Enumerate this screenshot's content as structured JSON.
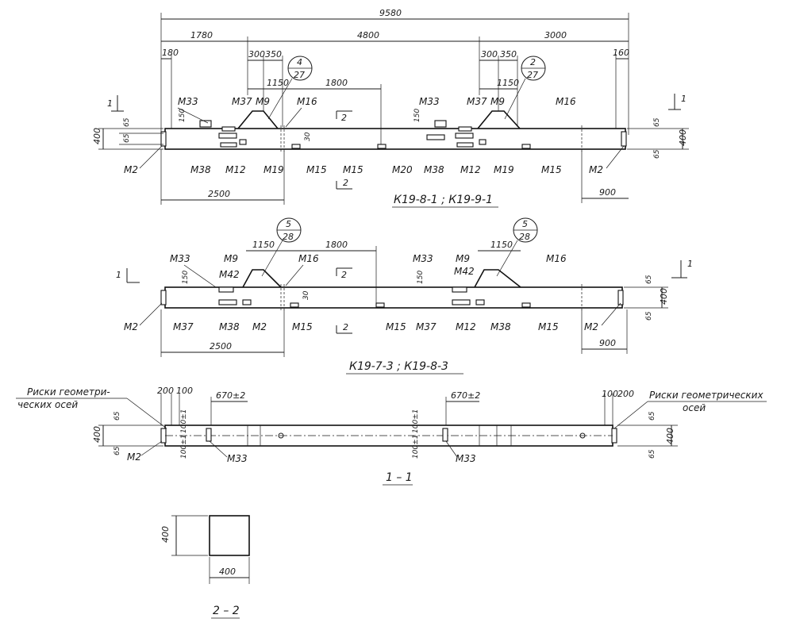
{
  "view1": {
    "overall": "9580",
    "seg_left": "1780",
    "seg_mid": "4800",
    "seg_right": "3000",
    "end_left": "180",
    "end_right": "160",
    "d300": "300",
    "d350": "350",
    "d300b": "300",
    "d350b": "350",
    "d1150a": "1150",
    "d1150b": "1150",
    "d1800": "1800",
    "d2500": "2500",
    "d900": "900",
    "h400_left": "400",
    "h65_left_top": "65",
    "h65_left_bottom": "65",
    "h150_left": "150",
    "h150_mid": "150",
    "h30": "30",
    "h65_right_top": "65",
    "h400_right": "400",
    "h65_right_bottom": "65",
    "node1_top": "4",
    "node1_bottom": "27",
    "node2_top": "2",
    "node2_bottom": "27",
    "section_mark": "1",
    "section2_mark": "2",
    "labels": {
      "m33a": "M33",
      "m37a": "M37",
      "m9a": "M9",
      "m16a": "M16",
      "m33b": "M33",
      "m37b": "M37",
      "m9b": "M9",
      "m16b": "M16",
      "m2a": "M2",
      "m38a": "M38",
      "m12a": "M12",
      "m19a": "M19",
      "m15a": "M15",
      "m15b": "M15",
      "m20": "M20",
      "m38b": "M38",
      "m12b": "M12",
      "m19b": "M19",
      "m15c": "M15",
      "m2b": "M2"
    },
    "caption": "К19-8-1 ; К19-9-1"
  },
  "view2": {
    "d1150a": "1150",
    "d1800": "1800",
    "d1150b": "1150",
    "d2500": "2500",
    "d900": "900",
    "h150a": "150",
    "h150b": "150",
    "h30": "30",
    "h65_top": "65",
    "h400": "400",
    "h65_bottom": "65",
    "node1_top": "5",
    "node1_bottom": "28",
    "node2_top": "5",
    "node2_bottom": "28",
    "section_mark": "1",
    "section2_mark": "2",
    "labels": {
      "m33a": "M33",
      "m9a": "M9",
      "m42a": "M42",
      "m16a": "M16",
      "m33b": "M33",
      "m9b": "M9",
      "m42b": "M42",
      "m16b": "M16",
      "m2a": "M2",
      "m37a": "M37",
      "m38a": "M38",
      "m2mid": "M2",
      "m15a": "M15",
      "m15b": "M15",
      "m37b": "M37",
      "m12": "M12",
      "m38b": "M38",
      "m15c": "M15",
      "m2b": "M2"
    },
    "caption": "К19-7-3 ; К19-8-3"
  },
  "view3": {
    "note_left_1": "Риски геометри-",
    "note_left_2": "ческих осей",
    "note_right_1": "Риски геометрических",
    "note_right_2": "осей",
    "d200a": "200",
    "d100a": "100",
    "d670a": "670±2",
    "d670b": "670±2",
    "d100b": "100",
    "d200b": "200",
    "h400_left": "400",
    "h65_left_top": "65",
    "h65_left_bottom": "65",
    "h400_right": "400",
    "h65_right_top": "65",
    "h65_right_bottom": "65",
    "tol1": "100±1",
    "tol2": "100±1",
    "tol3": "100±1",
    "tol4": "100±1",
    "m2": "M2",
    "m33a": "M33",
    "m33b": "M33",
    "caption": "1 – 1"
  },
  "view4": {
    "h400": "400",
    "w400": "400",
    "caption": "2 – 2"
  }
}
